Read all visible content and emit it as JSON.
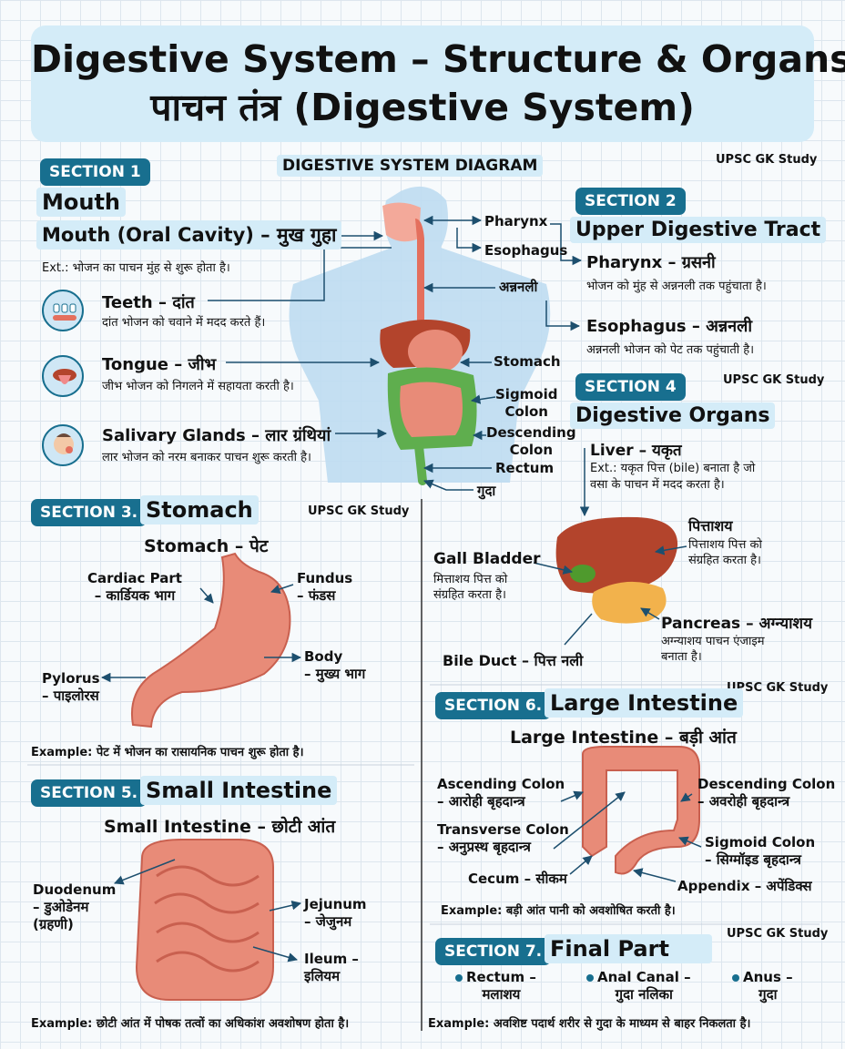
{
  "header": {
    "title_en": "Digestive System – Structure & Organs",
    "title_hi": "पाचन तंत्र (Digestive System)"
  },
  "study_tag": "UPSC GK Study",
  "diagram": {
    "title": "DIGESTIVE SYSTEM DIAGRAM",
    "labels": {
      "pharynx": "Pharynx",
      "esophagus": "Esophagus",
      "annanali": "अन्ननली",
      "stomach": "Stomach",
      "sigmoid_colon": "Sigmoid\nColon",
      "descending_colon": "Descending\nColon",
      "rectum": "Rectum",
      "guda": "गुदा"
    }
  },
  "section1": {
    "badge": "SECTION 1",
    "title": "Mouth",
    "subtitle": "Mouth (Oral Cavity) – मुख गुहा",
    "ext": "Ext.: भोजन का पाचन मुंह से शुरू होता है।",
    "items": [
      {
        "icon": "teeth-icon",
        "title": "Teeth – दांत",
        "desc": "दांत भोजन को चवाने में मदद करते हैं।"
      },
      {
        "icon": "tongue-icon",
        "title": "Tongue – जीभ",
        "desc": "जीभ भोजन को निगलने में सहायता करती है।"
      },
      {
        "icon": "salivary-glands-icon",
        "title": "Salivary Glands – लार ग्रंथियां",
        "desc": "लार भोजन को नरम बनाकर पाचन शुरू करती है।"
      }
    ]
  },
  "section2": {
    "badge": "SECTION 2",
    "title": "Upper Digestive Tract",
    "items": [
      {
        "title": "Pharynx – ग्रसनी",
        "desc": "भोजन को मुंह से अन्ननली तक पहुंचाता है।"
      },
      {
        "title": "Esophagus – अन्ननली",
        "desc": "अन्ननली भोजन को पेट तक पहुंचाती है।"
      }
    ]
  },
  "section3": {
    "badge": "SECTION 3.",
    "title": "Stomach",
    "subtitle": "Stomach – पेट",
    "labels": {
      "cardiac": "Cardiac Part\n– कार्डियक भाग",
      "fundus": "Fundus\n– फंडस",
      "body": "Body\n– मुख्य भाग",
      "pylorus": "Pylorus\n– पाइलोरस"
    },
    "example": "Example: पेट में भोजन का रासायनिक पाचन शुरू होता है।"
  },
  "section4": {
    "badge": "SECTION 4",
    "title": "Digestive Organs",
    "liver_title": "Liver – यकृत",
    "liver_ext": "Ext.: यकृत पित्त (bile) बनाता है जो\nवसा के पाचन में मदद करता है।",
    "pittashay": "पित्ताशय",
    "pittashay_desc": "पित्ताशय पित्त को\nसंग्रहित करता है।",
    "gall_title": "Gall Bladder",
    "gall_desc": "मित्ताशय पित्त को\nसंग्रहित करता है।",
    "pancreas_title": "Pancreas – अग्न्याशय",
    "pancreas_desc": "अग्न्याशय पाचन एंजाइम\nबनाता है।",
    "bile_duct": "Bile Duct – पित्त नली"
  },
  "section5": {
    "badge": "SECTION 5.",
    "title": "Small Intestine",
    "subtitle": "Small Intestine – छोटी आंत",
    "labels": {
      "duodenum": "Duodenum\n– डुओडेनम\n(ग्रहणी)",
      "jejunum": "Jejunum\n– जेजुनम",
      "ileum": "Ileum –\nइलियम"
    },
    "example": "Example: छोटी आंत में पोषक तत्वों का अधिकांश अवशोषण होता है।"
  },
  "section6": {
    "badge": "SECTION 6.",
    "title": "Large Intestine",
    "subtitle": "Large Intestine – बड़ी आंत",
    "labels": {
      "ascending": "Ascending Colon\n– आरोही बृहदान्त्र",
      "descending": "Descending Colon\n– अवरोही बृहदान्त्र",
      "transverse": "Transverse Colon\n– अनुप्रस्थ बृहदान्त्र",
      "sigmoid": "Sigmoid Colon\n– सिग्मॉइड बृहदान्त्र",
      "cecum": "Cecum – सीकम",
      "appendix": "Appendix – अपेंडिक्स"
    },
    "example": "Example: बड़ी आंत पानी को अवशोषित करती है।"
  },
  "section7": {
    "badge": "SECTION 7.",
    "title": "Final Part",
    "items": [
      "Rectum –\nमलाशय",
      "Anal Canal –\nगुदा नलिका",
      "Anus –\nगुदा"
    ],
    "example": "Example: अवशिष्ट पदार्थ शरीर से गुदा के माध्यम से बाहर निकलता है।"
  },
  "colors": {
    "accent": "#186f8f",
    "highlight": "#d4ecf8",
    "organ": "#e88b78",
    "liver": "#b3442c",
    "gall": "#4f9a2d",
    "pancreas": "#f2b24c",
    "body": "#bedcf1"
  }
}
